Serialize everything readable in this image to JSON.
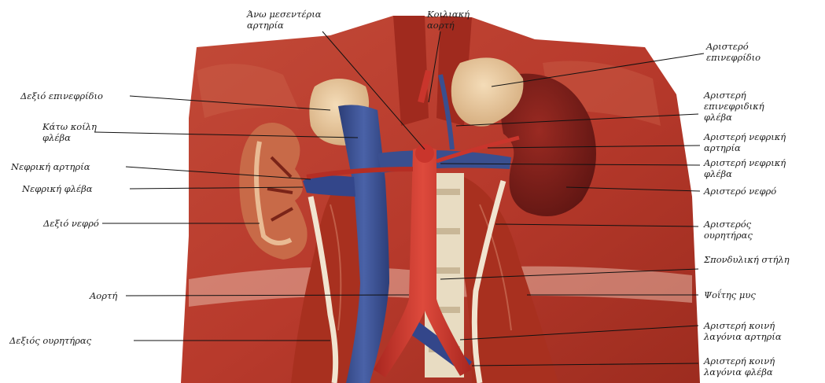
{
  "labels": {
    "ano_mesenteria_1": "Άνω μεσεντέρια",
    "ano_mesenteria_2": "αρτηρία",
    "koiliaki_1": "Κοιλιακή",
    "koiliaki_2": "αορτή",
    "arist_epinefridio_1": "Αριστερό",
    "arist_epinefridio_2": "επινεφρίδιο",
    "dexio_epinefridio": "Δεξιό επινεφρίδιο",
    "kato_koili_1": "Κάτω κοίλη",
    "kato_koili_2": "φλέβα",
    "arist_epinefridiki_1": "Αριστερή",
    "arist_epinefridiki_2": "επινεφριδική",
    "arist_epinefridiki_3": "φλέβα",
    "arist_nefriki_art_1": "Αριστερή νεφρική",
    "arist_nefriki_art_2": "αρτηρία",
    "nefriki_arteria": "Νεφρική αρτηρία",
    "arist_nefriki_fl_1": "Αριστερή νεφρική",
    "arist_nefriki_fl_2": "φλέβα",
    "nefriki_fleva": "Νεφρική φλέβα",
    "arist_nefro": "Αριστερό νεφρό",
    "dexio_nefro": "Δεξιό νεφρό",
    "arist_ourit_1": "Αριστερός",
    "arist_ourit_2": "ουρητήρας",
    "spondyliki": "Σπονδυλική στήλη",
    "aorti": "Αορτή",
    "psoitis": "Ψοΐτης μυς",
    "arist_koini_art_1": "Αριστερή κοινή",
    "arist_koini_art_2": "λαγόνια αρτηρία",
    "dexios_ouritiras": "Δεξιός ουρητήρας",
    "arist_koini_fl_1": "Αριστερή κοινή",
    "arist_koini_fl_2": "λαγόνια φλέβα"
  },
  "colors": {
    "muscle": "#b83a2c",
    "muscle_dark": "#8e2418",
    "muscle_light": "#d97a62",
    "kidney": "#7a1f1a",
    "adrenal": "#e9c9a0",
    "vein": "#3a4f8f",
    "artery": "#c9352c",
    "ureter": "#f1e4d0",
    "spine": "#f0ead8",
    "leader": "#111111"
  }
}
